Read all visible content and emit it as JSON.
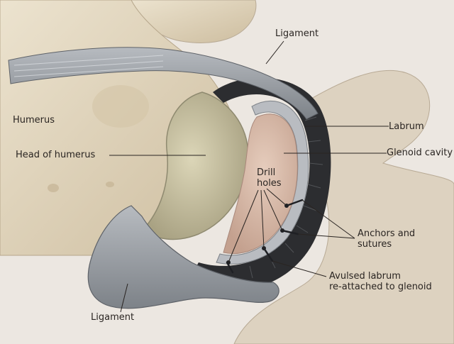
{
  "labels": {
    "ligament_top": "Ligament",
    "humerus": "Humerus",
    "head_of_humerus": "Head of humerus",
    "labrum": "Labrum",
    "glenoid_cavity": "Glenoid cavity",
    "drill_holes": "Drill\nholes",
    "anchors_sutures": "Anchors and\nsutures",
    "avulsed_labrum": "Avulsed labrum\nre-attached to glenoid",
    "ligament_bottom": "Ligament"
  },
  "colors": {
    "background": "#ece7e1",
    "bone": "#e6dbc5",
    "bone_shadow": "#c9b99c",
    "cartilage": "#cfc7a8",
    "ligament": "#9ea2a8",
    "ligament_dark": "#6e7379",
    "glenoid": "#d9bfb0",
    "labrum": "#b9bcc1",
    "capsule_dark": "#2c2d30",
    "leader_line": "#2a2522"
  }
}
